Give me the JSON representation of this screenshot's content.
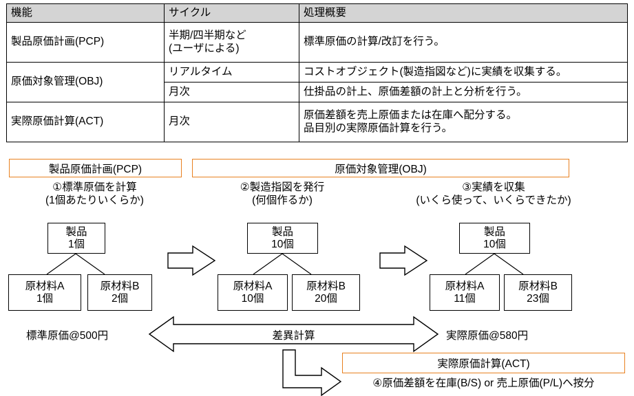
{
  "table": {
    "headers": [
      "機能",
      "サイクル",
      "処理概要"
    ],
    "rows": [
      {
        "function": "製品原価計画(PCP)",
        "cycle": "半期/四半期など\n(ユーザによる)",
        "summary": "標準原価の計算/改訂を行う。"
      },
      {
        "function": "原価対象管理(OBJ)",
        "sub": [
          {
            "cycle": "リアルタイム",
            "summary": "コストオブジェクト(製造指図など)に実績を収集する。"
          },
          {
            "cycle": "月次",
            "summary": "仕掛品の計上、原価差額の計上と分析を行う。"
          }
        ]
      },
      {
        "function": "実際原価計算(ACT)",
        "cycle": "月次",
        "summary": "原価差額を売上原価または在庫へ配分する。\n品目別の実際原価計算を行う。"
      }
    ]
  },
  "diagram": {
    "phases": [
      {
        "id": "pcp",
        "label": "製品原価計画(PCP)"
      },
      {
        "id": "obj",
        "label": "原価対象管理(OBJ)"
      },
      {
        "id": "act",
        "label": "実際原価計算(ACT)"
      }
    ],
    "steps": [
      {
        "id": "step1",
        "caption": "①標準原価を計算\n(1個あたりいくらか)"
      },
      {
        "id": "step2",
        "caption": "②製造指図を発行\n(何個作るか)"
      },
      {
        "id": "step3",
        "caption": "③実績を収集\n(いくら使って、いくらできたか)"
      }
    ],
    "trees": [
      {
        "id": "tree1",
        "parent": {
          "name": "製品",
          "qty": "1個"
        },
        "children": [
          {
            "name": "原材料A",
            "qty": "1個"
          },
          {
            "name": "原材料B",
            "qty": "2個"
          }
        ]
      },
      {
        "id": "tree2",
        "parent": {
          "name": "製品",
          "qty": "10個"
        },
        "children": [
          {
            "name": "原材料A",
            "qty": "10個"
          },
          {
            "name": "原材料B",
            "qty": "20個"
          }
        ]
      },
      {
        "id": "tree3",
        "parent": {
          "name": "製品",
          "qty": "10個"
        },
        "children": [
          {
            "name": "原材料A",
            "qty": "11個"
          },
          {
            "name": "原材料B",
            "qty": "23個"
          }
        ]
      }
    ],
    "standard_cost_label": "標準原価@500円",
    "actual_cost_label": "実際原価@580円",
    "variance_label": "差異計算",
    "act_note": "④原価差額を在庫(B/S) or 売上原価(P/L)へ按分"
  },
  "colors": {
    "accent_orange": "#e8801f",
    "table_header_bg": "#d4d4d4",
    "line": "#000000"
  }
}
